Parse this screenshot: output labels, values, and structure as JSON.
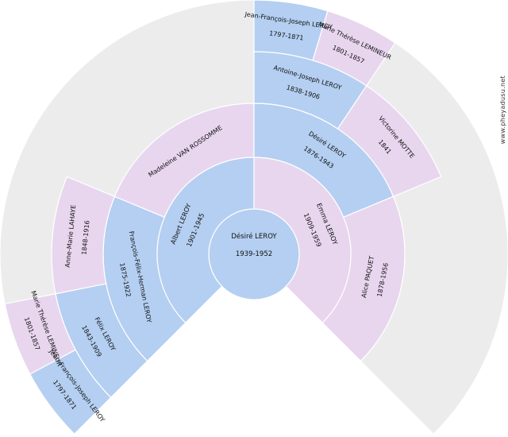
{
  "colors": {
    "male": "#b4cff1",
    "female": "#e8d6ef",
    "empty": "#ececec",
    "border": "#ffffff"
  },
  "watermark": "www.pheyadusu.net",
  "people": [
    {
      "id": "root",
      "gen": 0,
      "slot": 0,
      "sex": "M",
      "name": "Désiré LEROY",
      "dates": "1939-1952"
    },
    {
      "id": "p1",
      "gen": 1,
      "slot": 0,
      "sex": "M",
      "name": "Albert LEROY",
      "dates": "1901-1945"
    },
    {
      "id": "p2",
      "gen": 1,
      "slot": 1,
      "sex": "F",
      "name": "Emma LEROY",
      "dates": "1909-1959"
    },
    {
      "id": "p3",
      "gen": 2,
      "slot": 0,
      "sex": "M",
      "name": "François-Félix-Herman LEROY",
      "dates": "1875-1922"
    },
    {
      "id": "p4",
      "gen": 2,
      "slot": 1,
      "sex": "F",
      "name": "Madeleine VAN ROSSOMME",
      "dates": ""
    },
    {
      "id": "p5",
      "gen": 2,
      "slot": 2,
      "sex": "M",
      "name": "Désiré LEROY",
      "dates": "1876-1943"
    },
    {
      "id": "p6",
      "gen": 2,
      "slot": 3,
      "sex": "F",
      "name": "Alice PAQUET",
      "dates": "1878-1956"
    },
    {
      "id": "p7",
      "gen": 3,
      "slot": 0,
      "sex": "M",
      "name": "Félix LEROY",
      "dates": "1843-1909"
    },
    {
      "id": "p8",
      "gen": 3,
      "slot": 1,
      "sex": "F",
      "name": "Anne-Marie LAHAYE",
      "dates": "1848-1916"
    },
    {
      "id": "p11",
      "gen": 3,
      "slot": 4,
      "sex": "M",
      "name": "Antoine-Joseph LEROY",
      "dates": "1838-1906"
    },
    {
      "id": "p12",
      "gen": 3,
      "slot": 5,
      "sex": "F",
      "name": "Victorine MOTTE",
      "dates": "1841"
    },
    {
      "id": "p15",
      "gen": 4,
      "slot": 0,
      "sex": "M",
      "name": "Jean-François-Joseph LEROY",
      "dates": "1797-1871"
    },
    {
      "id": "p16",
      "gen": 4,
      "slot": 1,
      "sex": "F",
      "name": "Marie Thérèse LEMINEUR",
      "dates": "1801-1857"
    },
    {
      "id": "p23",
      "gen": 4,
      "slot": 8,
      "sex": "M",
      "name": "Jean-François-Joseph LEROY",
      "dates": "1797-1871"
    },
    {
      "id": "p24",
      "gen": 4,
      "slot": 9,
      "sex": "F",
      "name": "Marie Thérèse LEMINEUR",
      "dates": "1801-1857"
    }
  ]
}
